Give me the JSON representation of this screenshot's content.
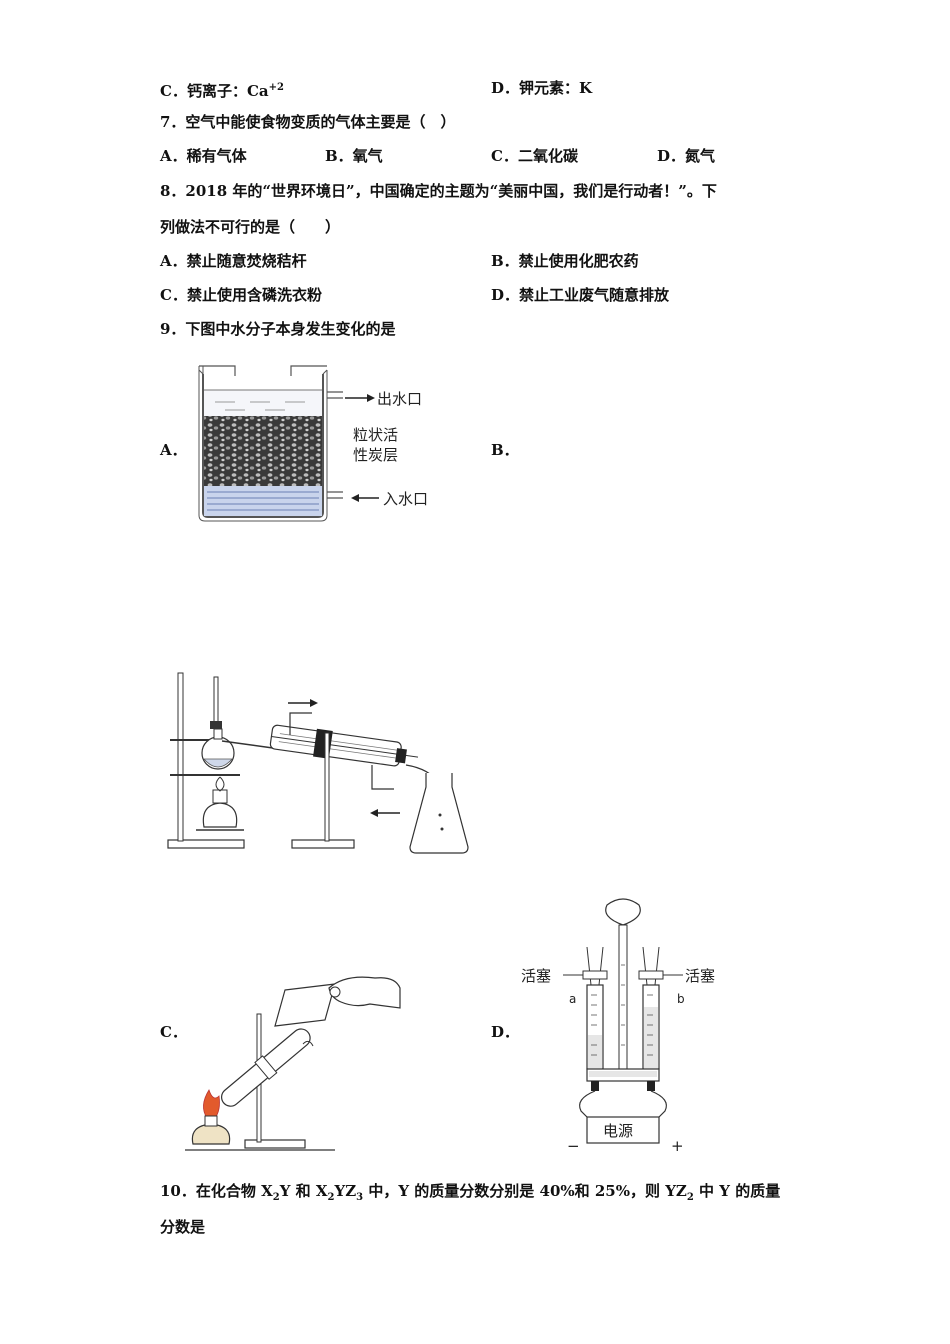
{
  "q6": {
    "optC": "C．钙离子：Ca",
    "optC_sup": "+2",
    "optD": "D．钾元素：K"
  },
  "q7": {
    "stem": "7．空气中能使食物变质的气体主要是（　）",
    "options": [
      "A．稀有气体",
      "B．氧气",
      "C．二氧化碳",
      "D．氮气"
    ]
  },
  "q8": {
    "stem_line1": "8．2018 年的“世界环境日”，中国确定的主题为“美丽中国，我们是行动者！”。下",
    "stem_line2": "列做法不可行的是（　　）",
    "options": [
      "A．禁止随意焚烧秸杆",
      "B．禁止使用化肥农药",
      "C．禁止使用含磷洗衣粉",
      "D．禁止工业废气随意排放"
    ]
  },
  "q9": {
    "stem": "9．下图中水分子本身发生变化的是",
    "labels": {
      "A": "A．",
      "B": "B．",
      "C": "C．",
      "D": "D．"
    },
    "figA": {
      "outlet": "出水口",
      "layer1": "粒状活",
      "layer2": "性炭层",
      "inlet": "入水口"
    },
    "figD": {
      "stopcock_left": "活塞",
      "stopcock_right": "活塞",
      "a": "a",
      "b": "b",
      "power": "电源",
      "minus": "−",
      "plus": "+"
    }
  },
  "q10": {
    "p1": "10．在化合物 X",
    "s1": "2",
    "p2": "Y 和 X",
    "s2": "2",
    "p3": "YZ",
    "s3": "3",
    "p4": " 中，Y 的质量分数分别是 40%和 25%，则 YZ",
    "s4": "2",
    "p5": " 中 Y 的质量",
    "line2": "分数是"
  }
}
